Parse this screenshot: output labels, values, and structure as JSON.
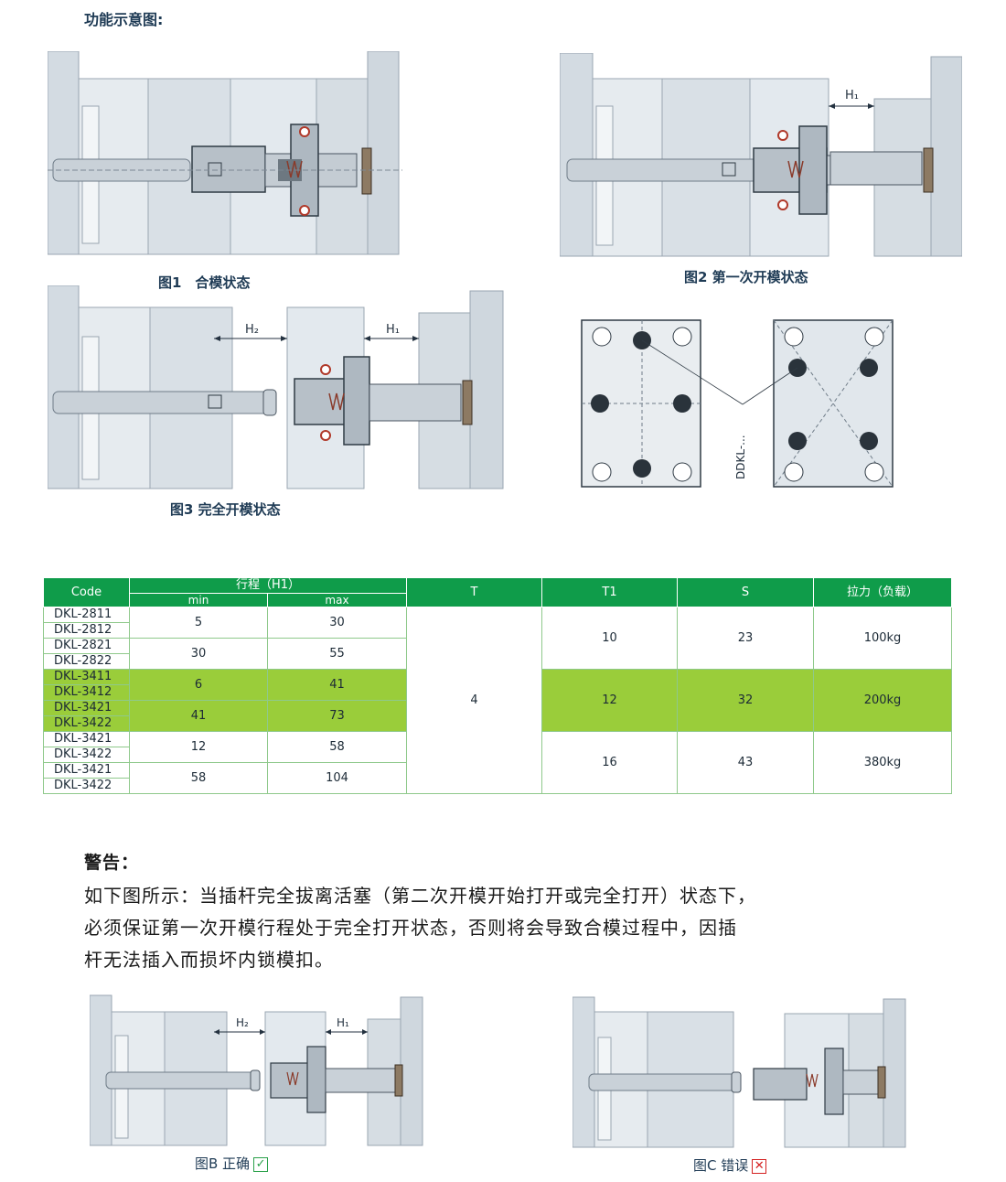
{
  "heading": "功能示意图:",
  "figures": {
    "fig1": "图1　合模状态",
    "fig2": "图2 第一次开模状态",
    "fig3": "图3 完全开模状态",
    "figB": "图B 正确",
    "figC": "图C 错误",
    "dim_h1": "H₁",
    "dim_h2": "H₂",
    "layout_label": "DDKL-..."
  },
  "table": {
    "headers": {
      "code": "Code",
      "stroke": "行程（H1）",
      "min": "min",
      "max": "max",
      "t": "T",
      "t1": "T1",
      "s": "S",
      "force": "拉力（负载）"
    },
    "rows": [
      {
        "code": "DKL-2811"
      },
      {
        "code": "DKL-2812"
      },
      {
        "code": "DKL-2821"
      },
      {
        "code": "DKL-2822"
      },
      {
        "code": "DKL-3411"
      },
      {
        "code": "DKL-3412"
      },
      {
        "code": "DKL-3421"
      },
      {
        "code": "DKL-3422"
      },
      {
        "code": "DKL-3421"
      },
      {
        "code": "DKL-3422"
      },
      {
        "code": "DKL-3421"
      },
      {
        "code": "DKL-3422"
      }
    ],
    "stroke_groups": [
      {
        "min": "5",
        "max": "30"
      },
      {
        "min": "30",
        "max": "55"
      },
      {
        "min": "6",
        "max": "41"
      },
      {
        "min": "41",
        "max": "73"
      },
      {
        "min": "12",
        "max": "58"
      },
      {
        "min": "58",
        "max": "104"
      }
    ],
    "t_value": "4",
    "series_groups": [
      {
        "t1": "10",
        "s": "23",
        "force": "100kg"
      },
      {
        "t1": "12",
        "s": "32",
        "force": "200kg"
      },
      {
        "t1": "16",
        "s": "43",
        "force": "380kg"
      }
    ],
    "highlight_color": "#9acd3a",
    "header_color": "#0f9c4a"
  },
  "warning": {
    "title": "警告：",
    "lines": [
      "如下图所示：当插杆完全拔离活塞（第二次开模开始打开或完全打开）状态下，",
      "必须保证第一次开模行程处于完全打开状态，否则将会导致合模过程中，因插",
      "杆无法插入而损坏内锁模扣。"
    ]
  }
}
